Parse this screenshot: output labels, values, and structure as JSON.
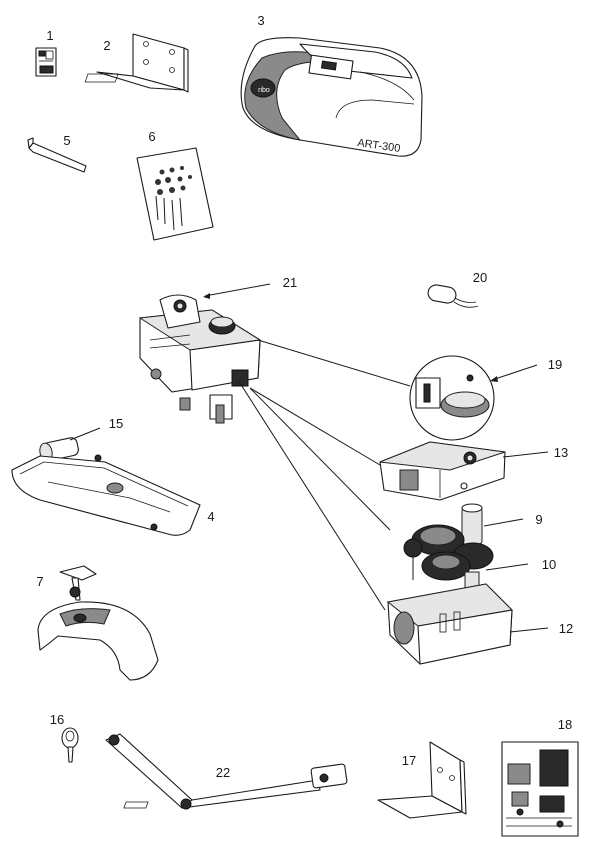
{
  "labels": {
    "p1": "1",
    "p2": "2",
    "p3": "3",
    "p4": "4",
    "p5": "5",
    "p6": "6",
    "p7": "7",
    "p9": "9",
    "p10": "10",
    "p12": "12",
    "p13": "13",
    "p15": "15",
    "p16": "16",
    "p17": "17",
    "p18": "18",
    "p19": "19",
    "p20": "20",
    "p21": "21",
    "p22": "22"
  },
  "housing_brand": "ART-300"
}
